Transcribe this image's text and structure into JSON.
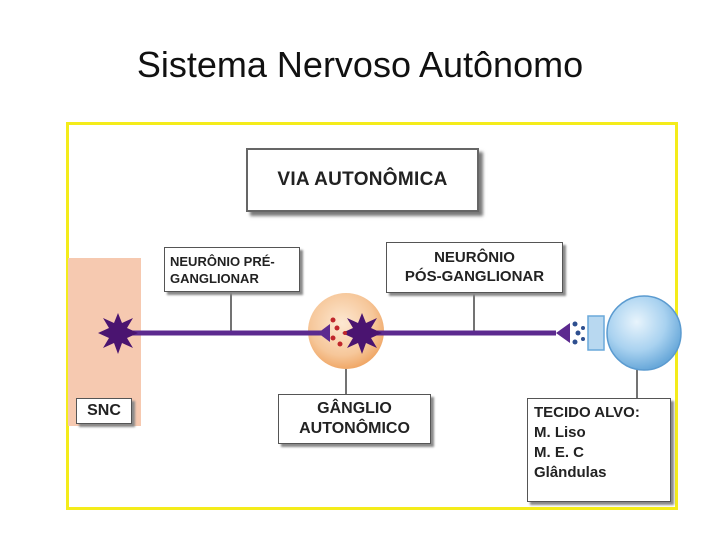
{
  "title": "Sistema Nervoso Autônomo",
  "diagram": {
    "heading": "VIA AUTONÔMICA",
    "pre_ganglionic": {
      "line1": "NEURÔNIO PRÉ-",
      "line2": "GANGLIONAR"
    },
    "post_ganglionic": {
      "line1": "NEURÔNIO",
      "line2": "PÓS-GANGLIONAR"
    },
    "snc": "SNC",
    "ganglion": {
      "line1": "GÂNGLIO",
      "line2": "AUTONÔMICO"
    },
    "target": {
      "header": "TECIDO ALVO:",
      "items": [
        "M. Liso",
        "M. E. C",
        "Glândulas"
      ]
    }
  },
  "colors": {
    "frame": "#f4ec1a",
    "snc_region": "#f6c9b0",
    "axon": "#5c2a8f",
    "neuron_body": "#4a1470",
    "ganglion": "#f4b27a",
    "target_cell": "#7ab8e6",
    "vesicle": "#c0262b"
  }
}
